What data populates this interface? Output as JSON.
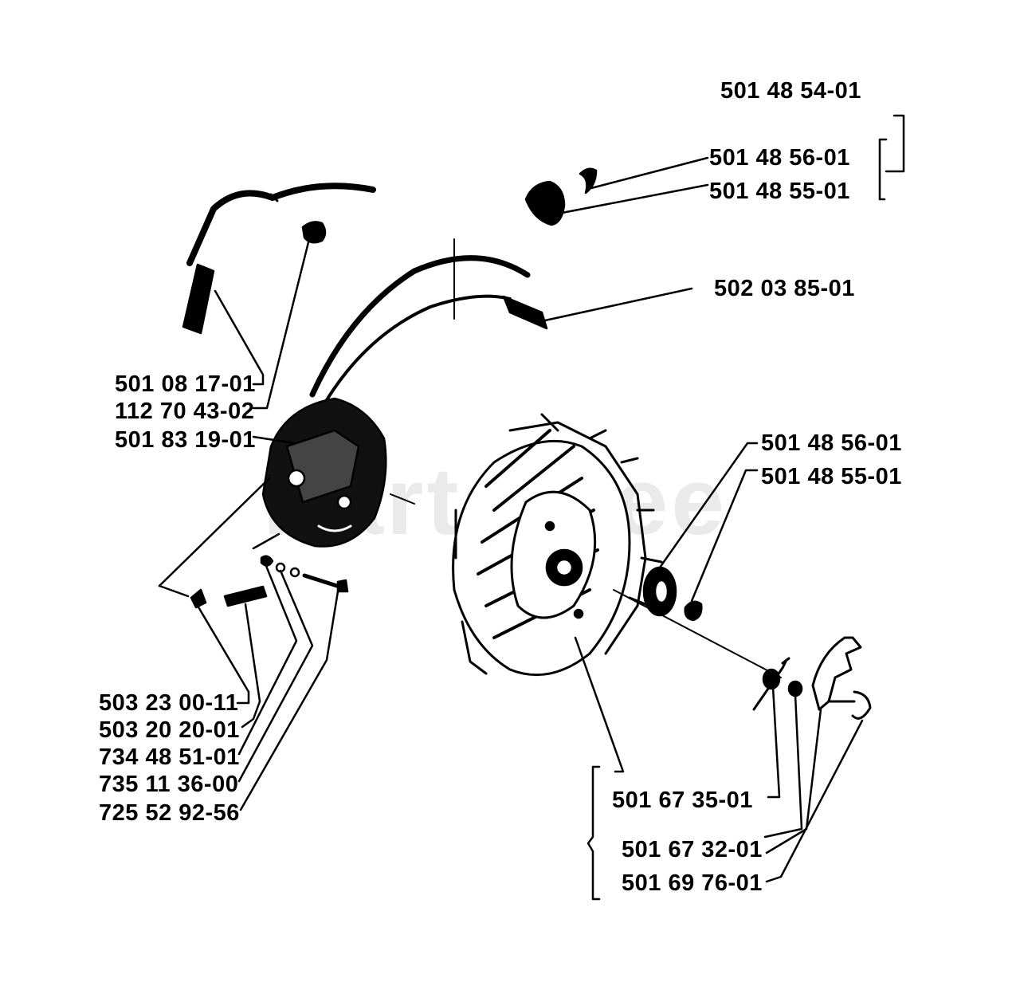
{
  "watermark": "PartsTree",
  "colors": {
    "ink": "#000000",
    "paper": "#ffffff",
    "watermark": "#d9d9d9"
  },
  "labels": {
    "kit_top": "501 48 54-01",
    "clip_spring_top": "501 48 56-01",
    "clip_top": "501 48 55-01",
    "spark_cable": "502 03 85-01",
    "boot_cable": "501 08 17-01",
    "cap_small": "112 70 43-02",
    "ignition_module": "501 83 19-01",
    "spring_right": "501 48 56-01",
    "clip_right": "501 48 55-01",
    "screw_a": "503 23 00-11",
    "screw_b": "503 20 20-01",
    "washer_a": "734 48 51-01",
    "washer_b": "735 11 36-00",
    "screw_c": "725 52 92-56",
    "pawl_spring": "501 67 35-01",
    "washer_c": "501 67 32-01",
    "pawl": "501 69 76-01"
  }
}
